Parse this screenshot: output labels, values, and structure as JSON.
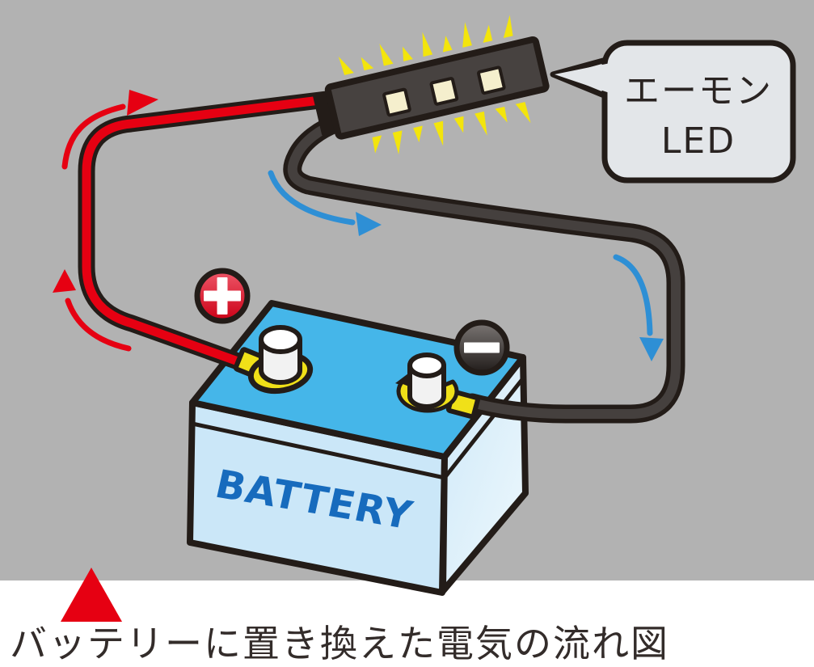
{
  "scene": {
    "background_color": "#b2b2b2",
    "footer_background": "#ffffff"
  },
  "led_unit": {
    "callout": {
      "line1": "エーモン",
      "line2": "LED"
    },
    "led_count": 3,
    "body_color": "#474240",
    "chip_color": "#f5efcd",
    "glow_color": "#f3e50c"
  },
  "battery": {
    "label": "BATTERY",
    "label_color": "#176bbd",
    "top_color": "#45b6e9",
    "front_color": "#cbe7f8",
    "side_color": "#daeefa",
    "bevel_color": "#ddeffa",
    "terminal_post_color": "#ffffff",
    "terminal_clamp_color": "#f0e018"
  },
  "wires": {
    "positive_color": "#e60012",
    "negative_color": "#45403e",
    "outline_color": "#231c18"
  },
  "flow_arrows": {
    "positive_color": "#e60012",
    "negative_color": "#2e8fd5"
  },
  "badges": {
    "plus_symbol": "+",
    "minus_symbol": "−",
    "plus_color": "#d40018",
    "minus_color": "#2a2524",
    "symbol_color": "#ffffff"
  },
  "caption": {
    "marker_color": "#e60012",
    "text": "バッテリーに置き換えた電気の流れ図"
  }
}
